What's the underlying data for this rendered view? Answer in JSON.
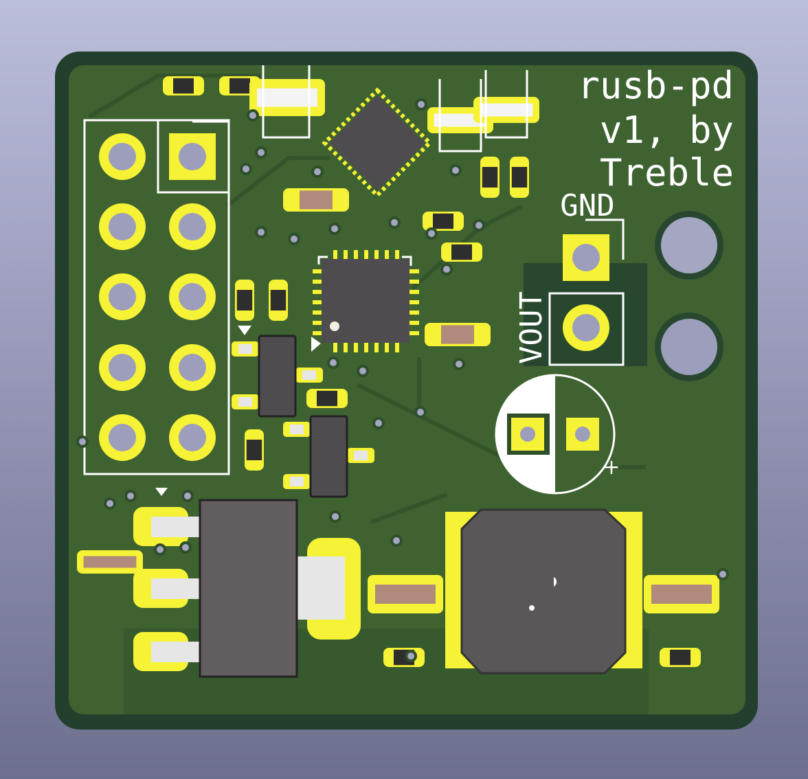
{
  "board": {
    "title_lines": [
      "rusb-pd",
      "v1, by",
      "Treble"
    ],
    "gnd_label": "GND",
    "vout_label": "VOUT",
    "polarity_mark": "+"
  },
  "colors": {
    "substrate": "#22402d",
    "copper_pour": "#3f6231",
    "pad": "#f6f235",
    "hole": "#9c9ebb",
    "chip": "#4f4c50",
    "silkscreen": "#ffffff"
  }
}
